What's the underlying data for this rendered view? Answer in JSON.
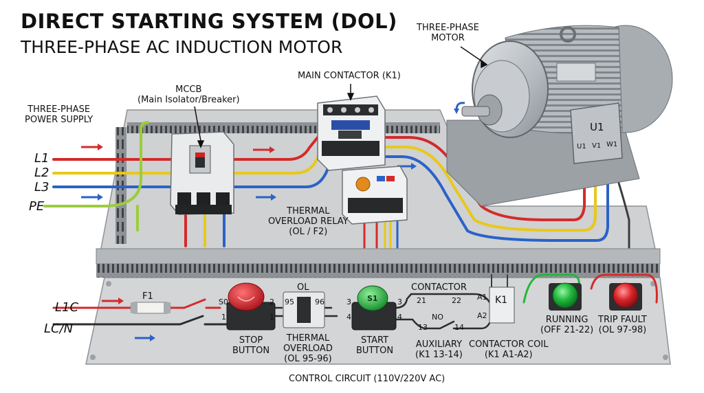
{
  "title": {
    "line1": "DIRECT STARTING SYSTEM (DOL)",
    "line2": "THREE-PHASE AC INDUCTION MOTOR"
  },
  "power_supply": {
    "label": "THREE-PHASE\nPOWER SUPPLY",
    "l1": "L1",
    "l2": "L2",
    "l3": "L3",
    "pe": "PE"
  },
  "mccb": {
    "label": "MCCB\n(Main Isolator/Breaker)"
  },
  "contactor": {
    "label": "MAIN CONTACTOR (K1)"
  },
  "overload": {
    "label": "THERMAL\nOVERLOAD RELAY\n(OL / F2)"
  },
  "motor": {
    "label": "THREE-PHASE\nMOTOR",
    "box": "U1",
    "u1": "U1",
    "v1": "V1",
    "w1": "W1"
  },
  "control": {
    "l1c": "L1C",
    "lcn": "LC/N",
    "fuse": "F1",
    "stop": {
      "label": "STOP\nBUTTON",
      "s0": "S0",
      "t1": "1",
      "t2": "2"
    },
    "ol": {
      "label": "THERMAL\nOVERLOAD\n(OL 95-96)",
      "top": "OL",
      "t95": "95",
      "t96": "96"
    },
    "start": {
      "label": "START\nBUTTON",
      "s1": "S1",
      "t3": "3",
      "t3r": "3",
      "t4": "4",
      "t4r": "4"
    },
    "contactor_top": "CONTACTOR",
    "c21": "21",
    "c22": "22",
    "c13": "13",
    "c14": "14",
    "no": "NO",
    "aux": {
      "label": "AUXILIARY\n(K1 13-14)"
    },
    "coil": {
      "label": "CONTACTOR COIL\n(K1 A1-A2)",
      "box": "K1",
      "a1": "A1",
      "a2": "A2"
    },
    "running": {
      "label": "RUNNING\n(OFF 21-22)"
    },
    "trip": {
      "label": "TRIP FAULT\n(OL 97-98)"
    },
    "caption": "CONTROL CIRCUIT (110V/220V AC)"
  },
  "colors": {
    "l1": "#d42a2a",
    "l2": "#e8c81a",
    "l3": "#2a62c8",
    "pe": "#9ccc3a",
    "panel": "#c9cbcc",
    "green_lamp": "#1fb83a",
    "red_lamp": "#d8232a"
  }
}
